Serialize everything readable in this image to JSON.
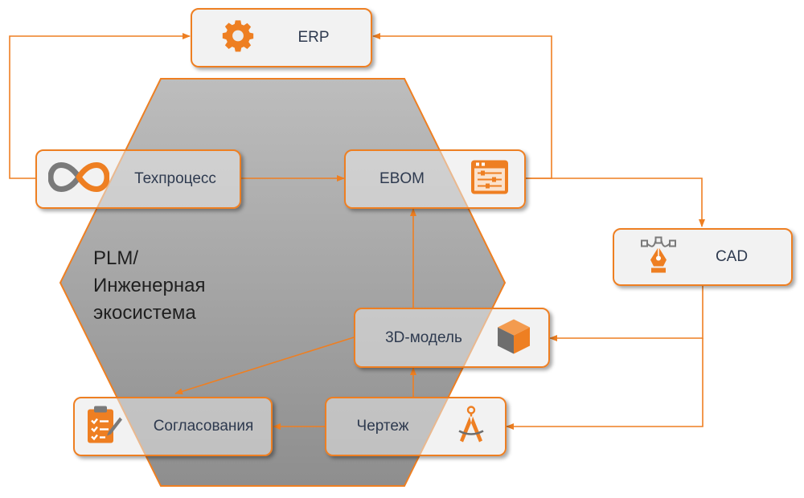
{
  "nodes": {
    "erp": "ERP",
    "techprocess": "Техпроцесс",
    "ebom": "EBOM",
    "cad": "CAD",
    "model3d": "3D-модель",
    "approvals": "Согласования",
    "drawing": "Чертеж"
  },
  "plm_label": [
    "PLM/",
    "Инженерная",
    "экосистема"
  ],
  "icons": {
    "erp": "gear-icon",
    "techprocess": "infinity-icon",
    "ebom": "settings-panel-icon",
    "cad": "pen-tool-icon",
    "model3d": "cube-icon",
    "approvals": "checklist-icon",
    "drawing": "compass-icon"
  },
  "colors": {
    "accent": "#ee7f22",
    "hexagon_fill": "#9a9a9a",
    "box_fill": "#e8e8e8",
    "text": "#2e3a4f"
  }
}
